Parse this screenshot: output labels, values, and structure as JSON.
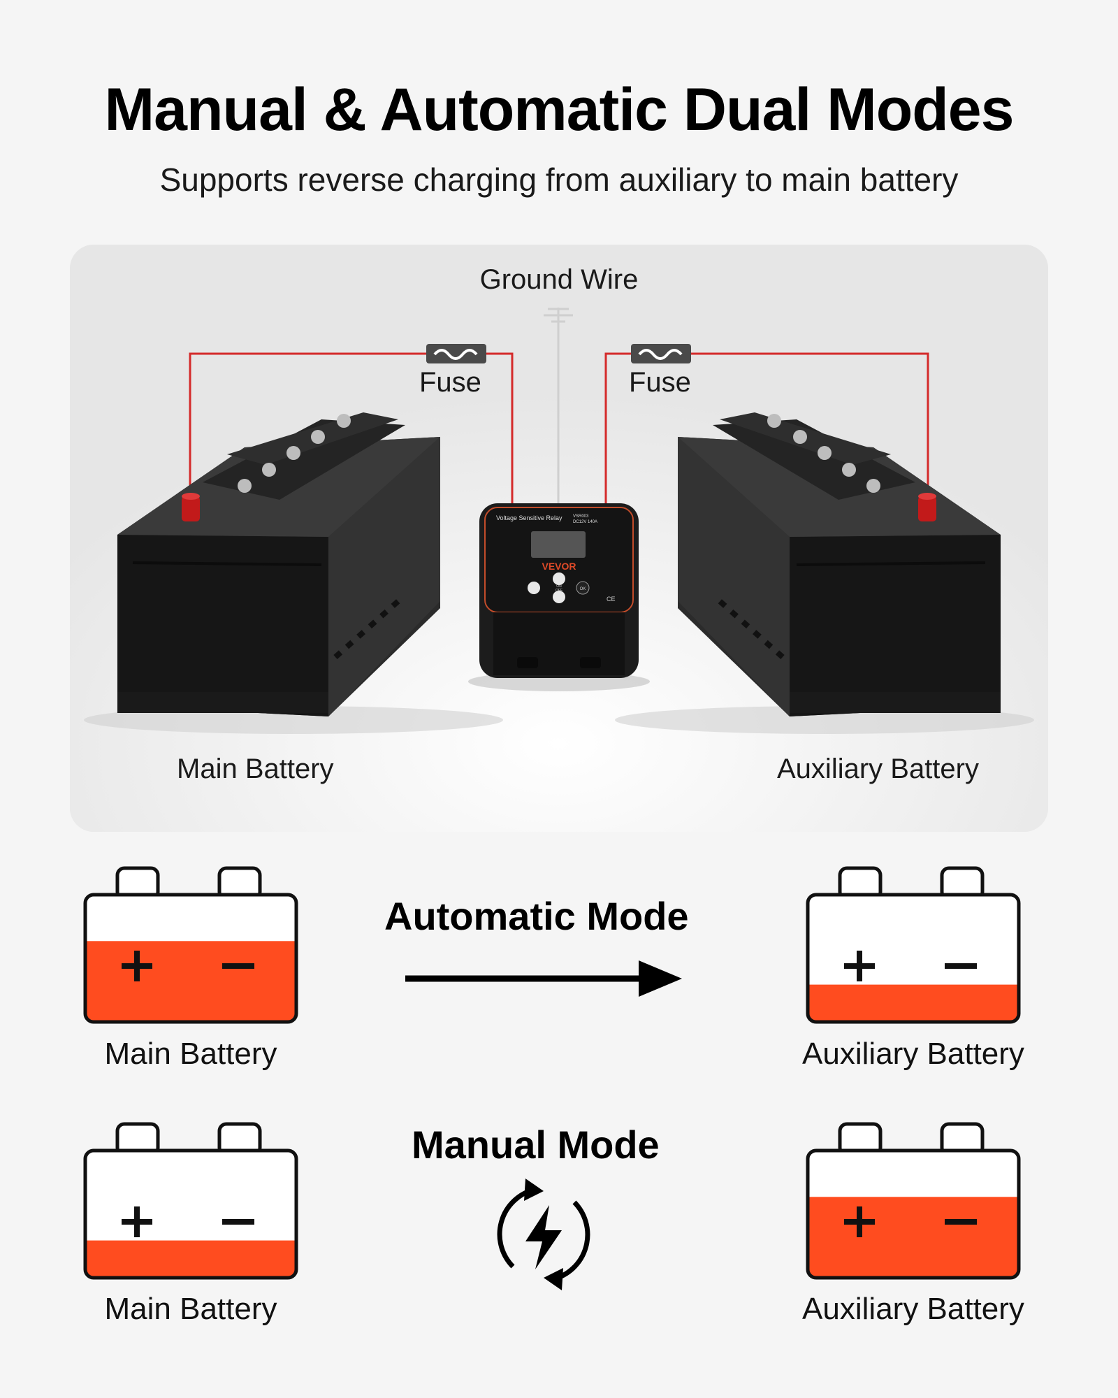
{
  "title": "Manual & Automatic Dual Modes",
  "subtitle": "Supports reverse charging from auxiliary to main battery",
  "diagram": {
    "ground_wire": "Ground Wire",
    "fuse_left": "Fuse",
    "fuse_right": "Fuse",
    "main_battery": "Main Battery",
    "auxiliary_battery": "Auxiliary Battery",
    "relay": {
      "header": "Voltage Sensitive Relay",
      "model": "VSR003",
      "rating": "DC12V 140A",
      "brand": "VEVOR",
      "button_on": "ON",
      "button_off": "OFF",
      "button_ok": "OK",
      "marks": "CE"
    },
    "wire_color": "#d42a2a"
  },
  "automatic_mode": {
    "title": "Automatic Mode",
    "left_label": "Main Battery",
    "right_label": "Auxiliary Battery",
    "left_charge_level": 0.65,
    "right_charge_level": 0.3,
    "arrow_icon": "right-arrow-icon"
  },
  "manual_mode": {
    "title": "Manual Mode",
    "left_label": "Main Battery",
    "right_label": "Auxiliary Battery",
    "left_charge_level": 0.3,
    "right_charge_level": 0.65,
    "icon": "charging-cycle-icon"
  },
  "colors": {
    "charge_fill": "#ff4c1f",
    "battery_outline": "#111111",
    "background": "#f5f5f5"
  }
}
